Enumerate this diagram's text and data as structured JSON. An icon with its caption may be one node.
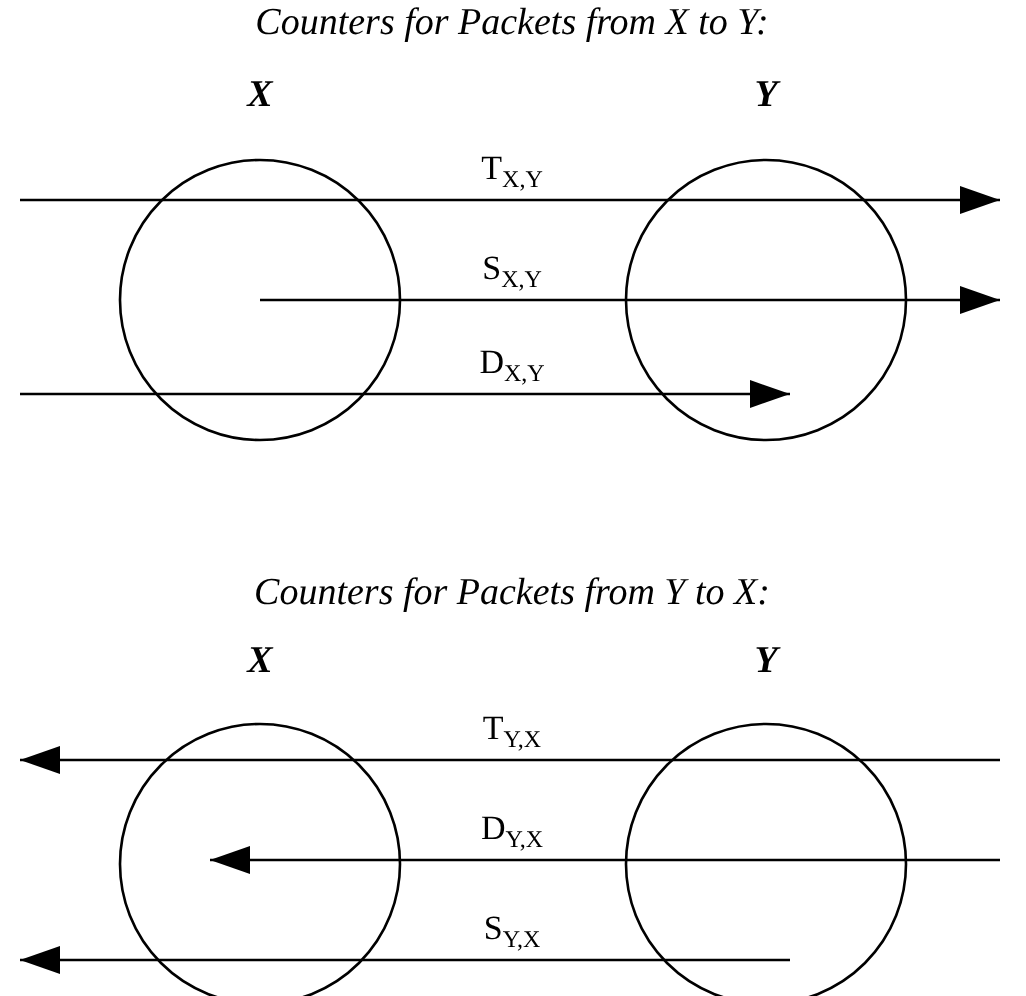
{
  "diagram": {
    "nodes": [
      {
        "text": [
          "X"
        ]
      },
      {
        "text": [
          "Y"
        ]
      },
      {
        "text": [
          "X"
        ]
      },
      {
        "text": [
          "Y"
        ]
      }
    ],
    "edges": [
      {
        "from": 0,
        "to": 1,
        "arrow": "to",
        "label": "T$_{X,Y}$"
      },
      {
        "from": 0,
        "to": null,
        "arrow": "to",
        "label": "S$_{X,Y}$"
      },
      {
        "from": null,
        "to": 1,
        "arrow": "to",
        "label": "D$_{X,Y}$"
      },
      {
        "from": 3,
        "to": 2,
        "arrow": "to",
        "label": "T$_{Y,X}$"
      },
      {
        "from": null,
        "to": 2,
        "arrow": "to",
        "label": "D$_{Y,X}$"
      },
      {
        "from": 3,
        "to": null,
        "arrow": "to",
        "label": "S$_{Y,X}$"
      }
    ],
    "labels": [
      "Counters for Packets from X to Y:",
      "Counters for Packets from Y to X:"
    ]
  }
}
